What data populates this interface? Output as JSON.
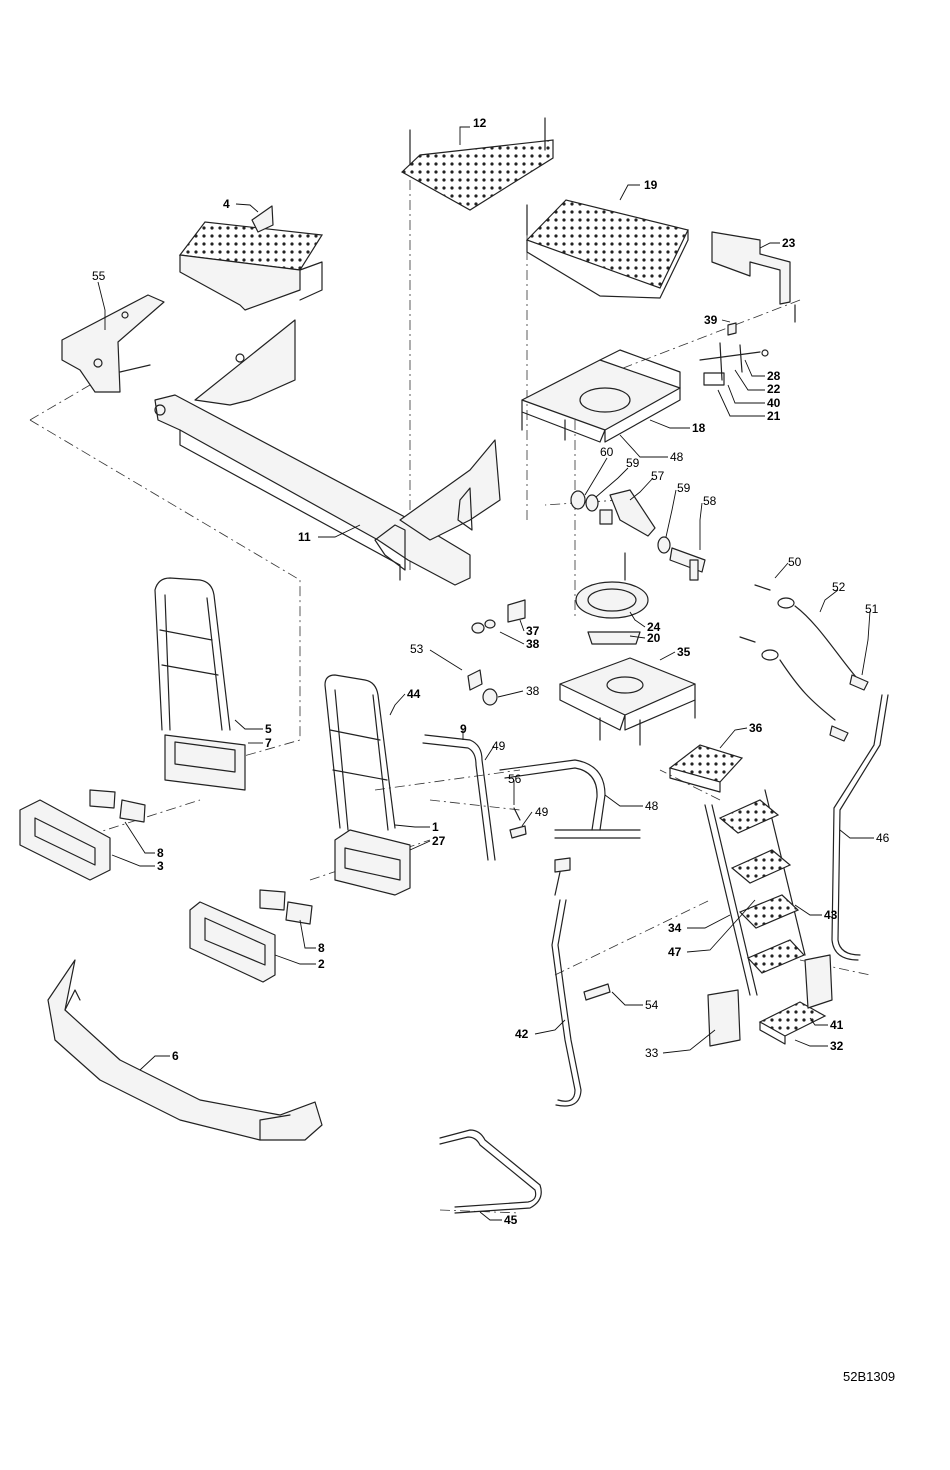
{
  "drawing_ref": "52B1309",
  "callouts": [
    {
      "id": "c12",
      "text": "12",
      "bold": true
    },
    {
      "id": "c4",
      "text": "4",
      "bold": true
    },
    {
      "id": "c19",
      "text": "19",
      "bold": true
    },
    {
      "id": "c23",
      "text": "23",
      "bold": true
    },
    {
      "id": "c55",
      "text": "55",
      "bold": false
    },
    {
      "id": "c39",
      "text": "39",
      "bold": true
    },
    {
      "id": "c28",
      "text": "28",
      "bold": true
    },
    {
      "id": "c22",
      "text": "22",
      "bold": true
    },
    {
      "id": "c40",
      "text": "40",
      "bold": true
    },
    {
      "id": "c21",
      "text": "21",
      "bold": true
    },
    {
      "id": "c18",
      "text": "18",
      "bold": true
    },
    {
      "id": "c48a",
      "text": "48",
      "bold": false
    },
    {
      "id": "c60",
      "text": "60",
      "bold": false
    },
    {
      "id": "c59a",
      "text": "59",
      "bold": false
    },
    {
      "id": "c57",
      "text": "57",
      "bold": false
    },
    {
      "id": "c59b",
      "text": "59",
      "bold": false
    },
    {
      "id": "c58",
      "text": "58",
      "bold": false
    },
    {
      "id": "c11",
      "text": "11",
      "bold": true
    },
    {
      "id": "c50",
      "text": "50",
      "bold": false
    },
    {
      "id": "c52",
      "text": "52",
      "bold": false
    },
    {
      "id": "c51",
      "text": "51",
      "bold": false
    },
    {
      "id": "c24",
      "text": "24",
      "bold": true
    },
    {
      "id": "c37",
      "text": "37",
      "bold": true
    },
    {
      "id": "c20",
      "text": "20",
      "bold": true
    },
    {
      "id": "c38a",
      "text": "38",
      "bold": true
    },
    {
      "id": "c35",
      "text": "35",
      "bold": true
    },
    {
      "id": "c53",
      "text": "53",
      "bold": false
    },
    {
      "id": "c38b",
      "text": "38",
      "bold": false
    },
    {
      "id": "c44",
      "text": "44",
      "bold": true
    },
    {
      "id": "c5",
      "text": "5",
      "bold": true
    },
    {
      "id": "c7",
      "text": "7",
      "bold": true
    },
    {
      "id": "c9",
      "text": "9",
      "bold": true
    },
    {
      "id": "c49a",
      "text": "49",
      "bold": false
    },
    {
      "id": "c36",
      "text": "36",
      "bold": true
    },
    {
      "id": "c56",
      "text": "56",
      "bold": false
    },
    {
      "id": "c49b",
      "text": "49",
      "bold": false
    },
    {
      "id": "c48b",
      "text": "48",
      "bold": false
    },
    {
      "id": "c46",
      "text": "46",
      "bold": false
    },
    {
      "id": "c1",
      "text": "1",
      "bold": true
    },
    {
      "id": "c27",
      "text": "27",
      "bold": true
    },
    {
      "id": "c8a",
      "text": "8",
      "bold": true
    },
    {
      "id": "c3",
      "text": "3",
      "bold": true
    },
    {
      "id": "c43",
      "text": "43",
      "bold": true
    },
    {
      "id": "c34",
      "text": "34",
      "bold": true
    },
    {
      "id": "c47",
      "text": "47",
      "bold": true
    },
    {
      "id": "c8b",
      "text": "8",
      "bold": true
    },
    {
      "id": "c2",
      "text": "2",
      "bold": true
    },
    {
      "id": "c54",
      "text": "54",
      "bold": false
    },
    {
      "id": "c42",
      "text": "42",
      "bold": true
    },
    {
      "id": "c41",
      "text": "41",
      "bold": true
    },
    {
      "id": "c32",
      "text": "32",
      "bold": true
    },
    {
      "id": "c33",
      "text": "33",
      "bold": false
    },
    {
      "id": "c6",
      "text": "6",
      "bold": true
    },
    {
      "id": "c45",
      "text": "45",
      "bold": true
    }
  ]
}
